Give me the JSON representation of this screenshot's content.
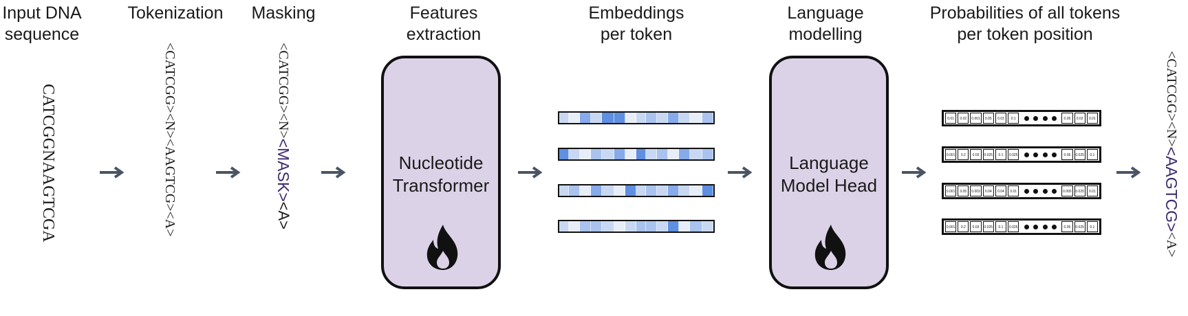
{
  "headers": {
    "input": [
      "Input DNA",
      "sequence"
    ],
    "tokenization": [
      "Tokenization"
    ],
    "masking": [
      "Masking"
    ],
    "features": [
      "Features",
      "extraction"
    ],
    "embeddings": [
      "Embeddings",
      "per token"
    ],
    "language": [
      "Language",
      "modelling"
    ],
    "probabilities": [
      "Probabilities of all tokens",
      "per token position"
    ]
  },
  "sequence": "CATCGGNAAGTCGA",
  "tokens": [
    "<CATCGG>",
    "<N>",
    "<AAGTCG>",
    "<A>"
  ],
  "masked_tokens": [
    {
      "text": "<CATCGG>",
      "highlight": false
    },
    {
      "text": "<N>",
      "highlight": false
    },
    {
      "text": "<MASK>",
      "highlight": true
    },
    {
      "text": "<A>",
      "highlight": false
    }
  ],
  "output_tokens": [
    {
      "text": "<CATCGG>",
      "highlight": false
    },
    {
      "text": "<N>",
      "highlight": false
    },
    {
      "text": "<AAGTCG>",
      "highlight": true
    },
    {
      "text": "<A>",
      "highlight": false
    }
  ],
  "models": {
    "transformer": [
      "Nucleotide",
      "Transformer"
    ],
    "head": [
      "Language",
      "Model Head"
    ]
  },
  "icons": {
    "trainable": "fire-icon",
    "arrow": "arrow-right-icon"
  },
  "colors": {
    "model_fill": "#dcd2e8",
    "highlight": "#3d2a6e",
    "arrow": "#4a5563",
    "embedding_palette": [
      "#e8eef8",
      "#c8d8f2",
      "#a9c3ee",
      "#86aaea",
      "#5e8fe0"
    ]
  },
  "embeddings": [
    [
      1,
      0,
      3,
      1,
      4,
      4,
      0,
      1,
      2,
      1,
      3,
      1,
      0,
      2
    ],
    [
      4,
      1,
      0,
      2,
      1,
      3,
      0,
      4,
      1,
      2,
      0,
      3,
      1,
      2
    ],
    [
      1,
      2,
      0,
      3,
      1,
      0,
      4,
      1,
      2,
      1,
      3,
      1,
      0,
      4
    ],
    [
      1,
      0,
      2,
      2,
      1,
      0,
      1,
      2,
      2,
      1,
      4,
      0,
      2,
      1
    ]
  ],
  "probabilities": [
    {
      "left": [
        "0.01",
        "0.02",
        "0.001",
        "0.05",
        "0.03",
        "0.1"
      ],
      "right": [
        "0.05",
        "0.02",
        "0.01"
      ]
    },
    {
      "left": [
        "0.001",
        "0.2",
        "0.03",
        "0.025",
        "0.1",
        "0.025"
      ],
      "right": [
        "0.05",
        "0.025",
        "0.1"
      ]
    },
    {
      "left": [
        "0.001",
        "0.05",
        "0.003",
        "0.04",
        "0.04",
        "0.01"
      ],
      "right": [
        "0.005",
        "0.025",
        "0.01"
      ]
    },
    {
      "left": [
        "0.001",
        "0.2",
        "0.03",
        "0.025",
        "0.1",
        "0.025"
      ],
      "right": [
        "0.05",
        "0.025",
        "0.1"
      ]
    }
  ]
}
